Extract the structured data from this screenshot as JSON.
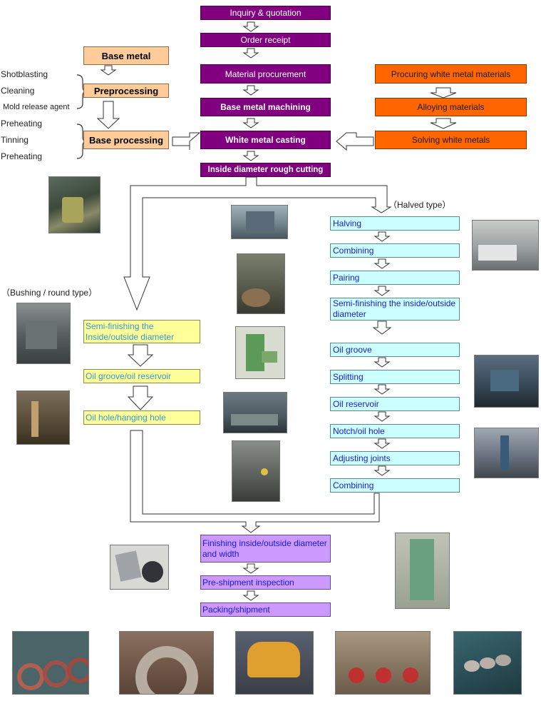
{
  "main_flow": {
    "inquiry": "Inquiry & quotation",
    "order": "Order receipt",
    "procurement": "Material procurement",
    "machining": "Base metal machining",
    "casting": "White metal casting",
    "rough_cutting": "Inside diameter rough cutting"
  },
  "base_branch": {
    "base_metal": "Base metal",
    "preprocessing": "Preprocessing",
    "base_processing": "Base processing",
    "pre_labels": [
      "Shotblasting",
      "Cleaning",
      "Mold release agent"
    ],
    "base_labels": [
      "Preheating",
      "Tinning",
      "Preheating"
    ]
  },
  "white_metal_branch": {
    "procuring": "Procuring white metal materials",
    "alloying": "Alloying materials",
    "solving": "Solving white metals"
  },
  "bushing": {
    "title": "（Bushing / round type）",
    "steps": [
      "Semi-finishing the Inside/outside diameter",
      "Oil groove/oil reservoir",
      "Oil hole/hanging hole"
    ]
  },
  "halved": {
    "title": "（Halved type）",
    "steps": [
      "Halving",
      "Combining",
      "Pairing",
      "Semi-finishing the inside/outside  diameter",
      "Oil groove",
      "Splitting",
      "Oil reservoir",
      "Notch/oil hole",
      "Adjusting joints",
      "Combining"
    ]
  },
  "final": {
    "steps": [
      "Finishing inside/outside diameter and width",
      "Pre-shipment inspection",
      "Packing/shipment"
    ]
  },
  "colors": {
    "purple": "#800080",
    "light_purple": "#cc99ff",
    "salmon": "#ffcc99",
    "orange": "#ff6600",
    "cyan": "#ccffff",
    "yellow": "#ffff99"
  },
  "photos": [
    "photo-lathe",
    "photo-cnc-machine",
    "photo-vertical-lathe",
    "photo-milling-machine",
    "photo-boring-machine",
    "photo-planer",
    "photo-large-machine",
    "photo-bushing-lathe",
    "photo-drill-press",
    "photo-halved-machine",
    "photo-radial-drill",
    "photo-bearing-parts",
    "photo-vertical-machine",
    "photo-product-rings",
    "photo-product-halfshell",
    "photo-product-housing",
    "photo-product-connecting-rods",
    "photo-product-bushings"
  ]
}
